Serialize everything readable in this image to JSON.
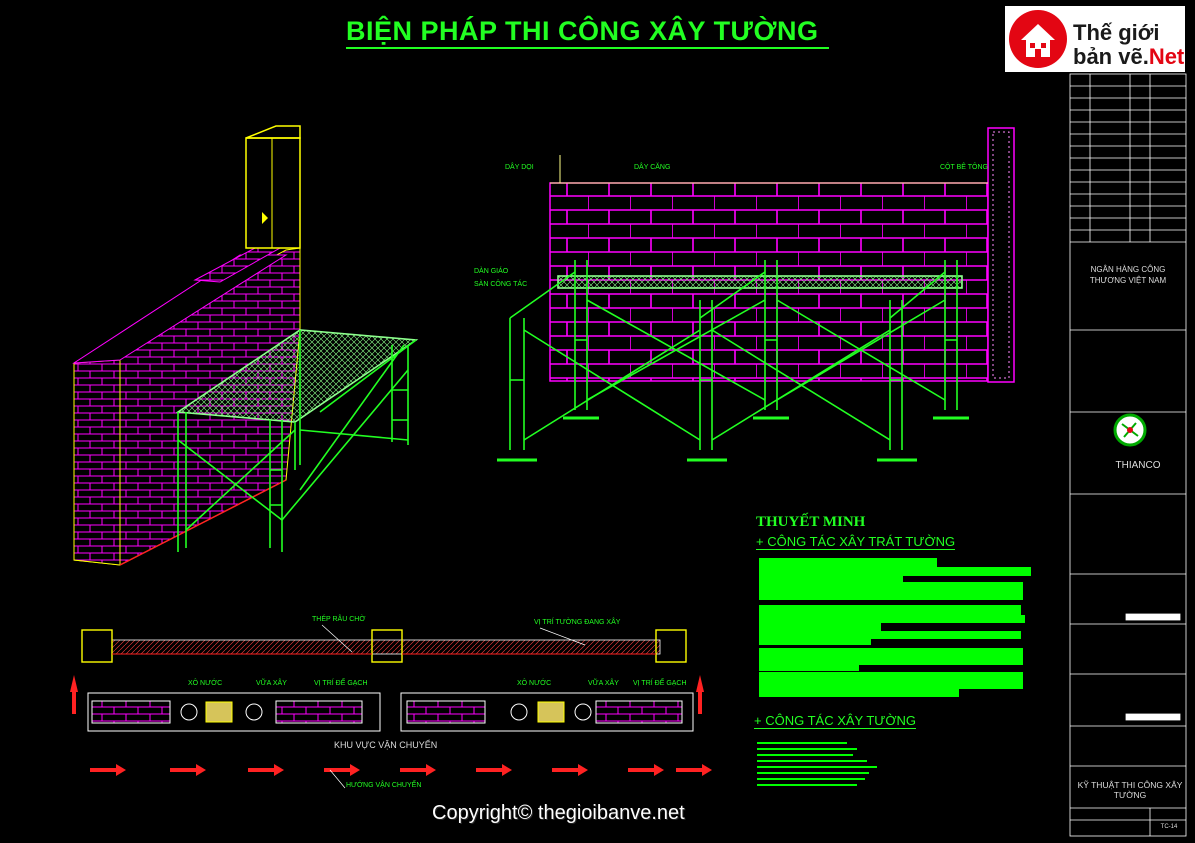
{
  "title": "BIỆN PHÁP THI CÔNG XÂY TƯỜNG",
  "logo": {
    "line1": "Thế giới",
    "line2_a": "bản vẽ.",
    "line2_b": "Net"
  },
  "elevation_labels": {
    "day_doi": "DÂY DỌI",
    "day_cang": "DÂY CĂNG",
    "cot_be_tong": "CỘT BÊ TÔNG",
    "dan_giao": "DÀN GIÁO",
    "san_cong_tac": "SÀN CÔNG TÁC"
  },
  "plan_labels": {
    "thep_rau_cho": "THÉP RÂU CHỜ",
    "vi_tri_tuong": "VỊ TRÍ TƯỜNG ĐANG XÂY",
    "xo_nuoc": "XÔ NƯỚC",
    "vua_xay": "VỮA XÂY",
    "vi_tri_de_gach": "VỊ TRÍ ĐỂ GẠCH",
    "khu_vuc": "KHU VỰC VẬN CHUYỂN",
    "huong": "HƯỚNG VẬN CHUYỂN"
  },
  "thuyet_minh": {
    "title": "THUYẾT MINH",
    "sub1": "+ CÔNG TÁC XÂY TRÁT TƯỜNG",
    "sub2": "+ CÔNG TÁC XÂY TƯỜNG"
  },
  "title_block": {
    "client": "NGÂN HÀNG CÔNG THƯƠNG VIỆT NAM",
    "company": "THIANCO",
    "project_title": "KỸ THUẬT THI CÔNG XÂY TƯỜNG",
    "drawing_no": "TC-14"
  },
  "copyright": "Copyright© thegioibanve.net",
  "colors": {
    "brick": "#ff00ff",
    "scaffold": "#22ff22",
    "accent": "#00ff00",
    "yellow": "#ffff00",
    "red": "#ff2222"
  }
}
